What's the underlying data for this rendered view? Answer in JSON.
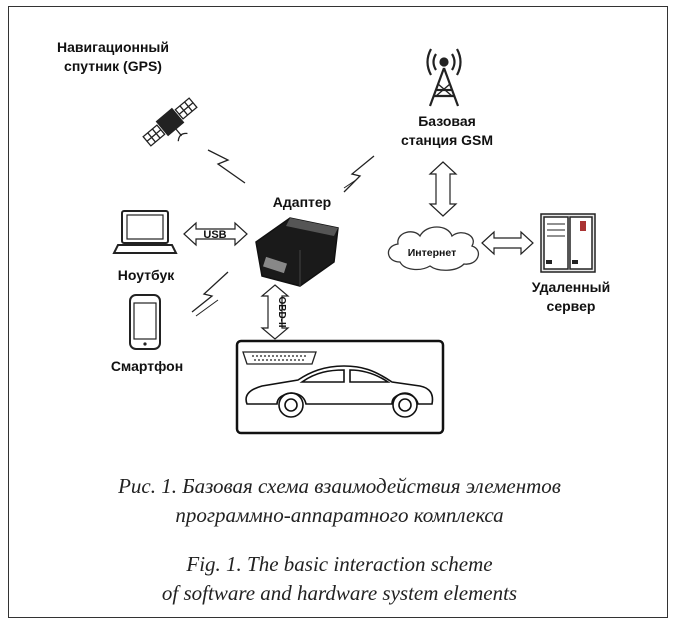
{
  "diagram": {
    "nodes": {
      "gps": "Навигационный\nспутник (GPS)",
      "gsm": "Базовая\nстанция GSM",
      "adapter": "Адаптер",
      "laptop": "Ноутбук",
      "smartphone": "Смартфон",
      "internet": "Интернет",
      "server": "Удаленный\nсервер"
    },
    "links": {
      "usb": "USB",
      "obd": "OBD-II"
    }
  },
  "caption": {
    "ru_line1": "Рис. 1. Базовая схема взаимодействия элементов",
    "ru_line2": "программно-аппаратного комплекса",
    "en_line1": "Fig. 1. The basic interaction scheme",
    "en_line2": "of software and hardware system elements"
  }
}
